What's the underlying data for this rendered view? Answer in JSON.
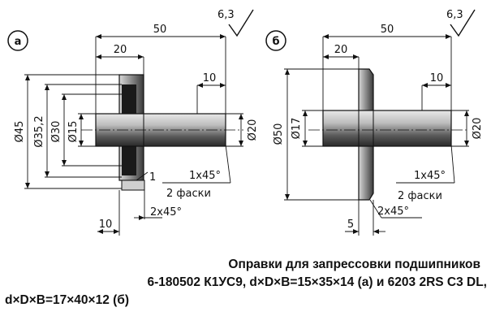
{
  "figure_a": {
    "label": "а",
    "roughness": "6,3",
    "dims": {
      "total_length": "50",
      "flange_length": "20",
      "end_length": "10",
      "d45": "Ø45",
      "d35": "Ø35,2",
      "d30": "Ø30",
      "d15": "Ø15",
      "d20": "Ø20",
      "chamfer": "1x45°",
      "chamfer_note": "2 фаски",
      "bottom_length": "10",
      "bottom_chamfer": "2x45°",
      "radius": "1"
    }
  },
  "figure_b": {
    "label": "б",
    "roughness": "6,3",
    "dims": {
      "total_length": "50",
      "flange_length": "20",
      "end_length": "10",
      "d50": "Ø50",
      "d17": "Ø17",
      "d20": "Ø20",
      "chamfer": "1x45°",
      "chamfer_note": "2 фаски",
      "flange_width": "5",
      "bottom_chamfer": "2x45°"
    }
  },
  "caption": {
    "line1": "Оправки для запрессовки подшипников",
    "line2": "6-180502 К1УС9, d×D×B=15×35×14 (а) и 6203 2RS C3 DL,",
    "line3": "d×D×B=17×40×12 (б)"
  }
}
